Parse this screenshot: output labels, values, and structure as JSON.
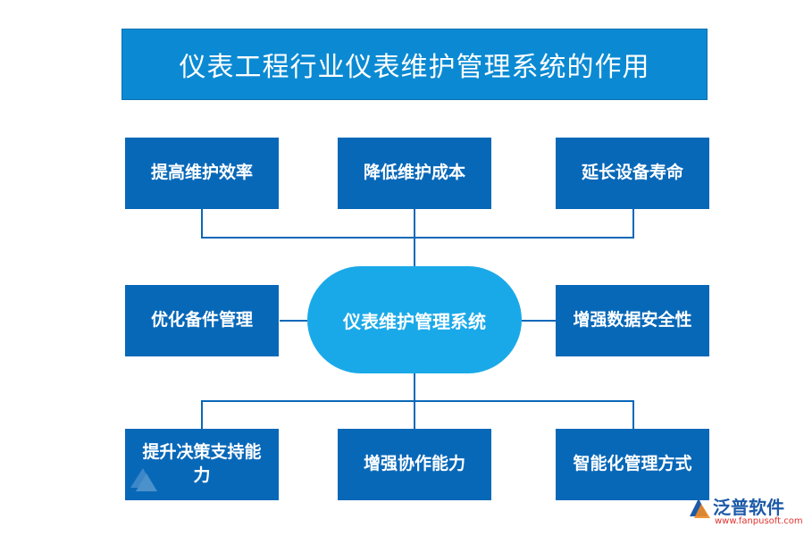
{
  "title": "仪表工程行业仪表维护管理系统的作用",
  "center": "仪表维护管理系统",
  "nodes": {
    "top_left": "提高维护效率",
    "top_mid": "降低维护成本",
    "top_right": "延长设备寿命",
    "mid_left": "优化备件管理",
    "mid_right": "增强数据安全性",
    "bottom_left": "提升决策支持能力",
    "bottom_mid": "增强协作能力",
    "bottom_right": "智能化管理方式"
  },
  "brand": {
    "name": "泛普软件",
    "url": "www.fanpusoft.com"
  },
  "colors": {
    "title_bg": "#0b8ad3",
    "node_bg": "#0868b8",
    "center_bg": "#1aa9e8",
    "line": "#0868b8",
    "brand_text": "#1d5aa8",
    "brand_url": "#e0322e"
  }
}
